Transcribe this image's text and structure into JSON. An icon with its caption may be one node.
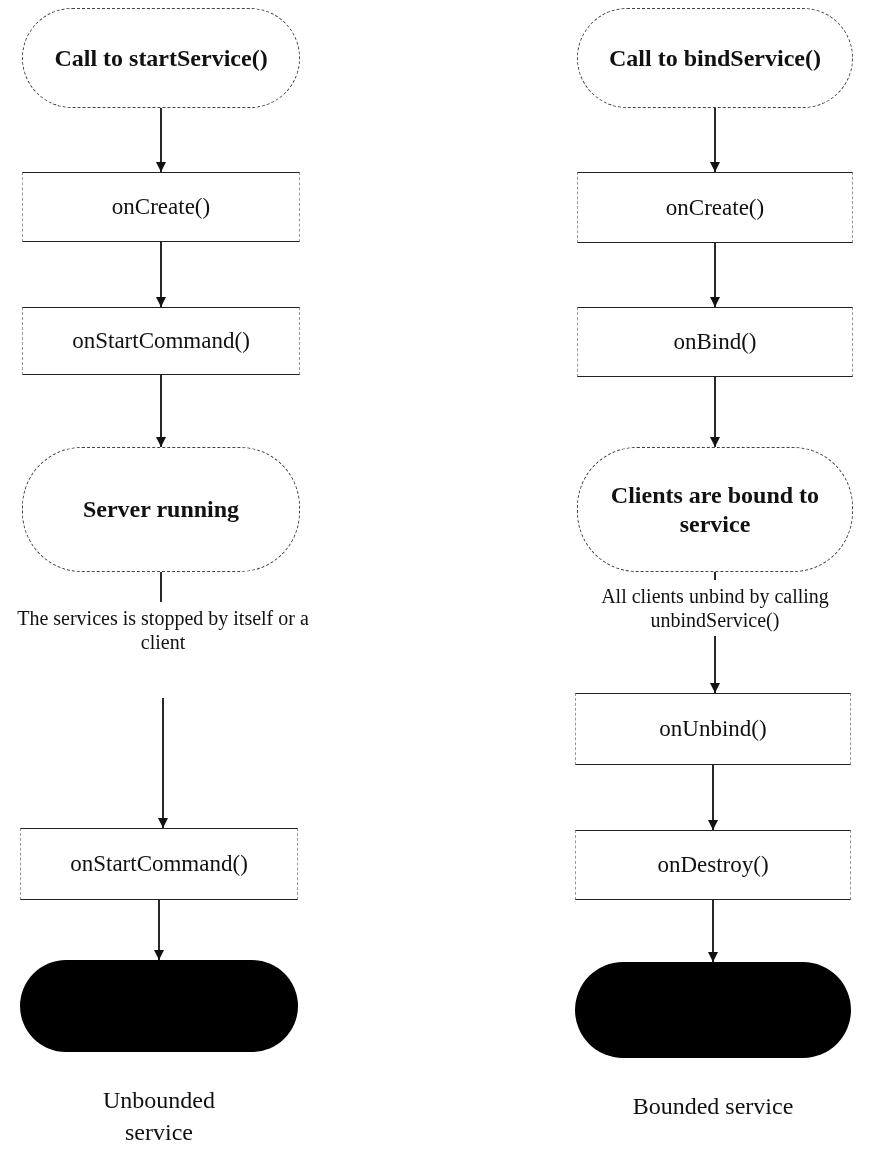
{
  "diagram": {
    "nodes": [
      {
        "text": [
          "Call to startService()"
        ]
      },
      {
        "text": [
          "onCreate()"
        ]
      },
      {
        "text": [
          "onStartCommand()"
        ]
      },
      {
        "text": [
          "Server running"
        ]
      },
      {
        "text": [
          "The services is stopped by itself or a client"
        ]
      },
      {
        "text": [
          "onStartCommand()"
        ]
      },
      {
        "text": [],
        "shape": "pill",
        "beside": [
          "Unbounded service"
        ]
      },
      {
        "text": [
          "Call to bindService()"
        ]
      },
      {
        "text": [
          "onCreate()"
        ]
      },
      {
        "text": [
          "onBind()"
        ]
      },
      {
        "text": [
          "Clients are bound to service"
        ]
      },
      {
        "text": [
          "All clients unbind by calling unbindService()"
        ]
      },
      {
        "text": [
          "onUnbind()"
        ]
      },
      {
        "text": [
          "onDestroy()"
        ]
      },
      {
        "text": [],
        "shape": "pill",
        "beside": [
          "Bounded service"
        ]
      }
    ],
    "edges": [
      {
        "from": 0,
        "to": 1,
        "arrow": "to"
      },
      {
        "from": 1,
        "to": 2,
        "arrow": "to"
      },
      {
        "from": 2,
        "to": 3,
        "arrow": "to"
      },
      {
        "from": 3,
        "to": 4,
        "arrow": "none"
      },
      {
        "from": 4,
        "to": 5,
        "arrow": "to"
      },
      {
        "from": 5,
        "to": 6,
        "arrow": "to"
      },
      {
        "from": 7,
        "to": 8,
        "arrow": "to"
      },
      {
        "from": 8,
        "to": 9,
        "arrow": "to"
      },
      {
        "from": 9,
        "to": 10,
        "arrow": "to"
      },
      {
        "from": 10,
        "to": 11,
        "arrow": "none"
      },
      {
        "from": 11,
        "to": 12,
        "arrow": "to"
      },
      {
        "from": 12,
        "to": 13,
        "arrow": "to"
      },
      {
        "from": 13,
        "to": 14,
        "arrow": "to"
      }
    ]
  }
}
